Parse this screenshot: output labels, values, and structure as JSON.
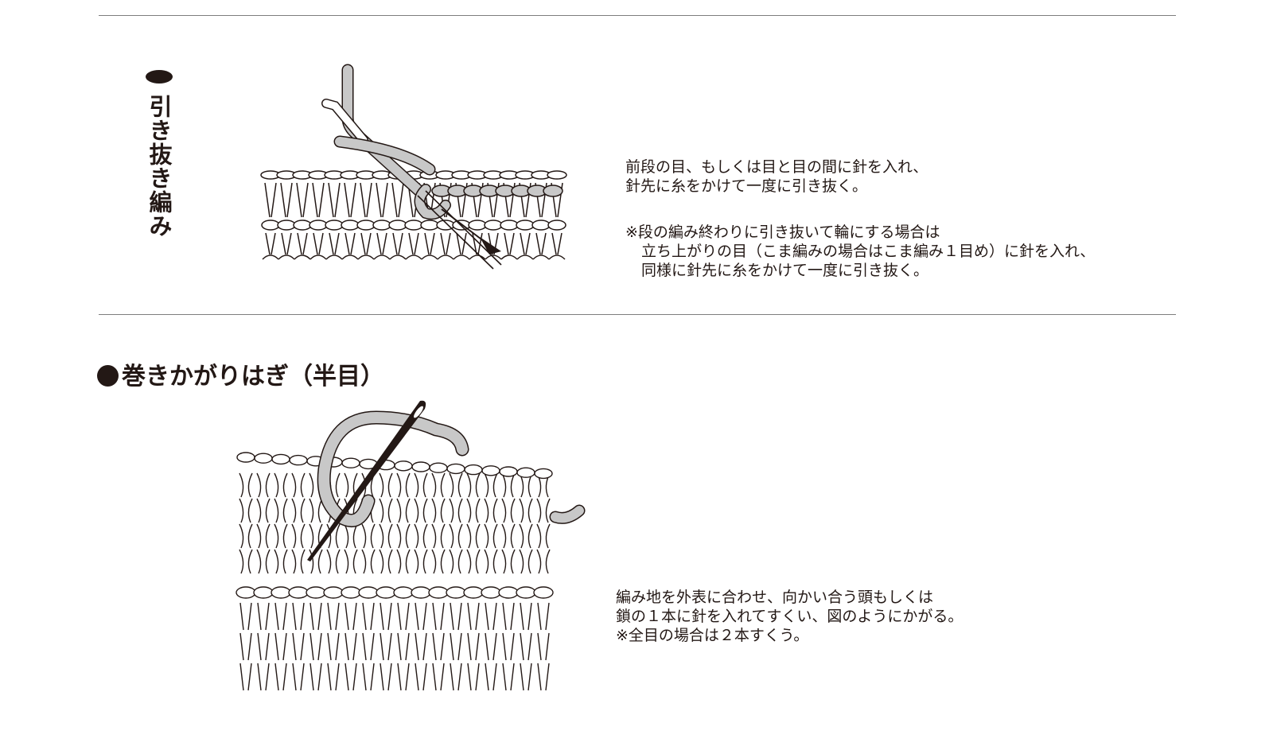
{
  "section1": {
    "title": "引き抜き編み",
    "description": [
      "前段の目、もしくは目と目の間に針を入れ、",
      "針先に糸をかけて一度に引き抜く。"
    ],
    "note": [
      "※段の編み終わりに引き抜いて輪にする場合は",
      "立ち上がりの目（こま編みの場合はこま編み１目め）に針を入れ、",
      "同様に針先に糸をかけて一度に引き抜く。"
    ]
  },
  "section2": {
    "title": "巻きかがりはぎ（半目）",
    "description": [
      "編み地を外表に合わせ、向かい合う頭もしくは",
      "鎖の１本に針を入れてすくい、図のようにかがる。",
      "※全目の場合は２本すくう。"
    ]
  },
  "colors": {
    "text": "#231815",
    "yarn": "#c8c8c8",
    "rule": "#7d7d7d"
  }
}
